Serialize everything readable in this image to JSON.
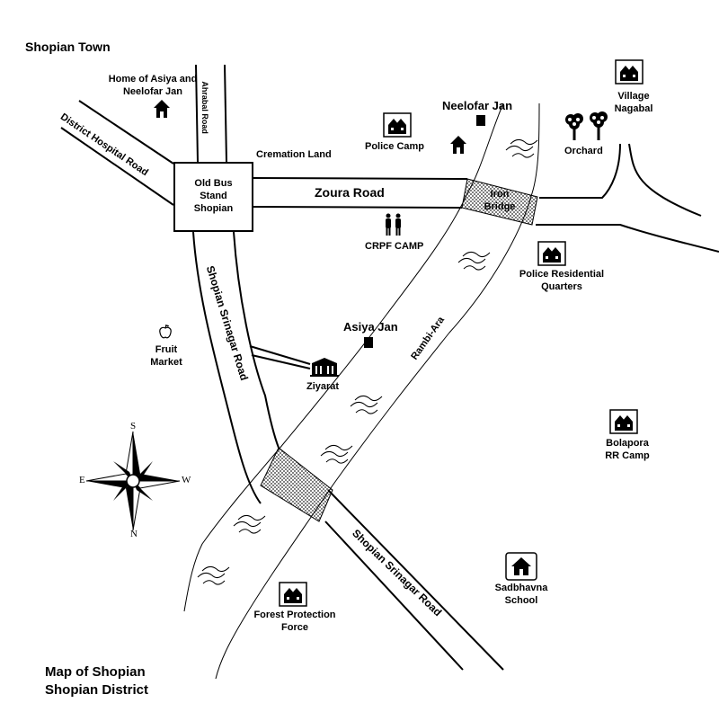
{
  "map": {
    "title_line1": "Map of Shopian",
    "title_line2": "Shopian District",
    "town": "Shopian Town",
    "junction": "Old Bus Stand Shopian",
    "roads": {
      "district_hospital": "District Hospital Road",
      "ahrabal": "Ahrabal Road",
      "zoura": "Zoura Road",
      "shopian_srinagar_upper": "Shopian Srinagar Road",
      "shopian_srinagar_lower": "Shopian Srinagar Road"
    },
    "river": "Rambi-Ara",
    "bridge": "Iron Bridge",
    "places": {
      "home_asiya_neelofar": "Home of Asiya and Neelofar Jan",
      "cremation_land": "Cremation Land",
      "police_camp": "Police Camp",
      "neelofar_jan": "Neelofar Jan",
      "village_nagabal": "Village Nagabal",
      "orchard": "Orchard",
      "crpf_camp": "CRPF CAMP",
      "police_residential": "Police Residential Quarters",
      "asiya_jan": "Asiya Jan",
      "fruit_market": "Fruit Market",
      "ziyarat": "Ziyarat",
      "bolapora": "Bolapora RR Camp",
      "sadbhavna": "Sadbhavna School",
      "forest_protection": "Forest Protection Force"
    },
    "compass": {
      "top": "S",
      "bottom": "N",
      "left": "E",
      "right": "W"
    }
  },
  "icons": {
    "camp": "camp-building-icon",
    "house": "house-icon",
    "school": "school-icon",
    "tree": "tree-icon",
    "soldiers": "soldiers-icon",
    "shrine": "shrine-icon",
    "apple": "apple-icon",
    "compass": "compass-rose-icon"
  },
  "colors": {
    "ink": "#000000",
    "paper": "#ffffff"
  }
}
